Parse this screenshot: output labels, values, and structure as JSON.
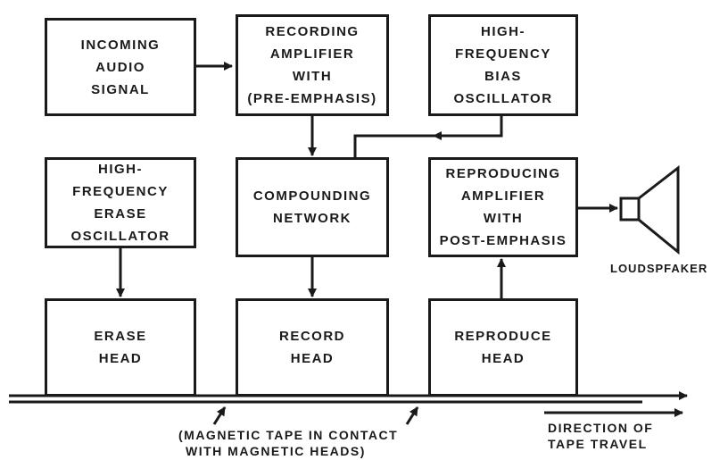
{
  "diagram": {
    "blocks": {
      "incoming_audio": [
        "INCOMING",
        "AUDIO",
        "SIGNAL"
      ],
      "recording_amplifier": [
        "RECORDING",
        "AMPLIFIER",
        "WITH",
        "(PRE-EMPHASIS)"
      ],
      "bias_oscillator": [
        "HIGH-",
        "FREQUENCY",
        "BIAS",
        "OSCILLATOR"
      ],
      "erase_oscillator": [
        "HIGH-",
        "FREQUENCY",
        "ERASE",
        "OSCILLATOR"
      ],
      "compounding_network": [
        "COMPOUNDING",
        "NETWORK"
      ],
      "reproducing_amplifier": [
        "REPRODUCING",
        "AMPLIFIER",
        "WITH",
        "POST-EMPHASIS"
      ],
      "erase_head": [
        "ERASE",
        "HEAD"
      ],
      "record_head": [
        "RECORD",
        "HEAD"
      ],
      "reproduce_head": [
        "REPRODUCE",
        "HEAD"
      ]
    },
    "labels": {
      "loudspeaker": "LOUDSPFAKER",
      "tape_note_line1": "(MAGNETIC TAPE IN CONTACT",
      "tape_note_line2": "WITH MAGNETIC HEADS)",
      "direction_line1": "DIRECTION OF",
      "direction_line2": "TAPE TRAVEL"
    }
  }
}
